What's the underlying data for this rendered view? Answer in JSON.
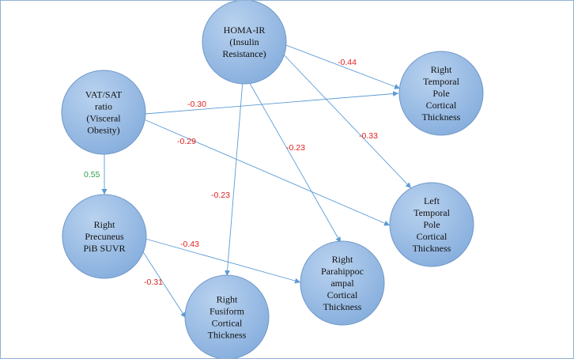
{
  "colors": {
    "node_fill_top": "#b9d2ef",
    "node_fill_bottom": "#86aedd",
    "node_stroke": "#6f97c8",
    "edge": "#5b9bd5",
    "negative_label": "#e02020",
    "positive_label": "#2e9e48"
  },
  "nodes": [
    {
      "id": "homa",
      "lines": [
        "HOMA-IR",
        "(Insulin",
        "Resistance)"
      ]
    },
    {
      "id": "vat",
      "lines": [
        "VAT/SAT",
        "ratio",
        "(Visceral",
        "Obesity)"
      ]
    },
    {
      "id": "rtemporal",
      "lines": [
        "Right",
        "Temporal",
        "Pole",
        "Cortical",
        "Thickness"
      ]
    },
    {
      "id": "ltemporal",
      "lines": [
        "Left",
        "Temporal",
        "Pole",
        "Cortical",
        "Thickness"
      ]
    },
    {
      "id": "precuneus",
      "lines": [
        "Right",
        "Precuneus",
        "PiB SUVR"
      ]
    },
    {
      "id": "parahip",
      "lines": [
        "Right",
        "Parahippoc",
        "ampal",
        "Cortical",
        "Thickness"
      ]
    },
    {
      "id": "fusiform",
      "lines": [
        "Right",
        "Fusiform",
        "Cortical",
        "Thickness"
      ]
    }
  ],
  "edges": [
    {
      "from": "homa",
      "to": "rtemporal",
      "label": "-0.44",
      "sign": "negative"
    },
    {
      "from": "homa",
      "to": "ltemporal",
      "label": "-0.33",
      "sign": "negative"
    },
    {
      "from": "homa",
      "to": "parahip",
      "label": "-0.23",
      "sign": "negative"
    },
    {
      "from": "homa",
      "to": "fusiform",
      "label": "-0.23",
      "sign": "negative"
    },
    {
      "from": "vat",
      "to": "rtemporal",
      "label": "-0.30",
      "sign": "negative"
    },
    {
      "from": "vat",
      "to": "ltemporal",
      "label": "-0.29",
      "sign": "negative"
    },
    {
      "from": "vat",
      "to": "precuneus",
      "label": "0.55",
      "sign": "positive"
    },
    {
      "from": "precuneus",
      "to": "parahip",
      "label": "-0.43",
      "sign": "negative"
    },
    {
      "from": "precuneus",
      "to": "fusiform",
      "label": "-0.31",
      "sign": "negative"
    }
  ]
}
